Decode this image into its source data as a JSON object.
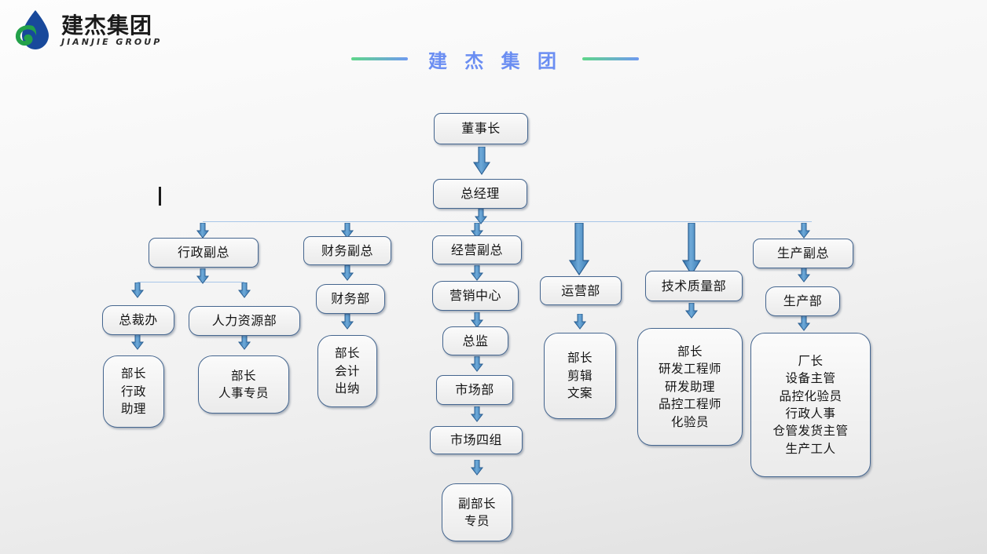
{
  "brand": {
    "logo_icon": "water-drop-logo-icon",
    "name_cn": "建杰集团",
    "name_en": "JIANJIE GROUP",
    "logo_blue": "#1b4a9c",
    "logo_green": "#2aa84a"
  },
  "header": {
    "title": "建 杰 集 团",
    "title_color": "#6b8ef2",
    "rule_gradient_from": "#5fd68a",
    "rule_gradient_to": "#6f9af0"
  },
  "chart_meta": {
    "type": "org-chart",
    "box_border_color": "#45668f",
    "connector_color": "#a8c6e8",
    "arrow_color": "#4f8fc4"
  },
  "nodes": {
    "chairman": "董事长",
    "general_manager": "总经理",
    "vp_admin": "行政副总",
    "vp_finance": "财务副总",
    "vp_business": "经营副总",
    "vp_production": "生产副总",
    "presidents_office": "总裁办",
    "hr_department": "人力资源部",
    "finance_department": "财务部",
    "marketing_center": "营销中心",
    "director": "总监",
    "market_department": "市场部",
    "market_group_four": "市场四组",
    "operations_department": "运营部",
    "tech_quality_department": "技术质量部",
    "production_department": "生产部",
    "presidents_office_roles": "部长\n行政\n助理",
    "hr_roles": "部长\n人事专员",
    "finance_roles": "部长\n会计\n出纳",
    "market_roles": "副部长\n专员",
    "operations_roles": "部长\n剪辑\n文案",
    "tech_quality_roles": "部长\n研发工程师\n研发助理\n品控工程师\n化验员",
    "production_roles": "厂长\n设备主管\n品控化验员\n行政人事\n仓管发货主管\n生产工人"
  }
}
